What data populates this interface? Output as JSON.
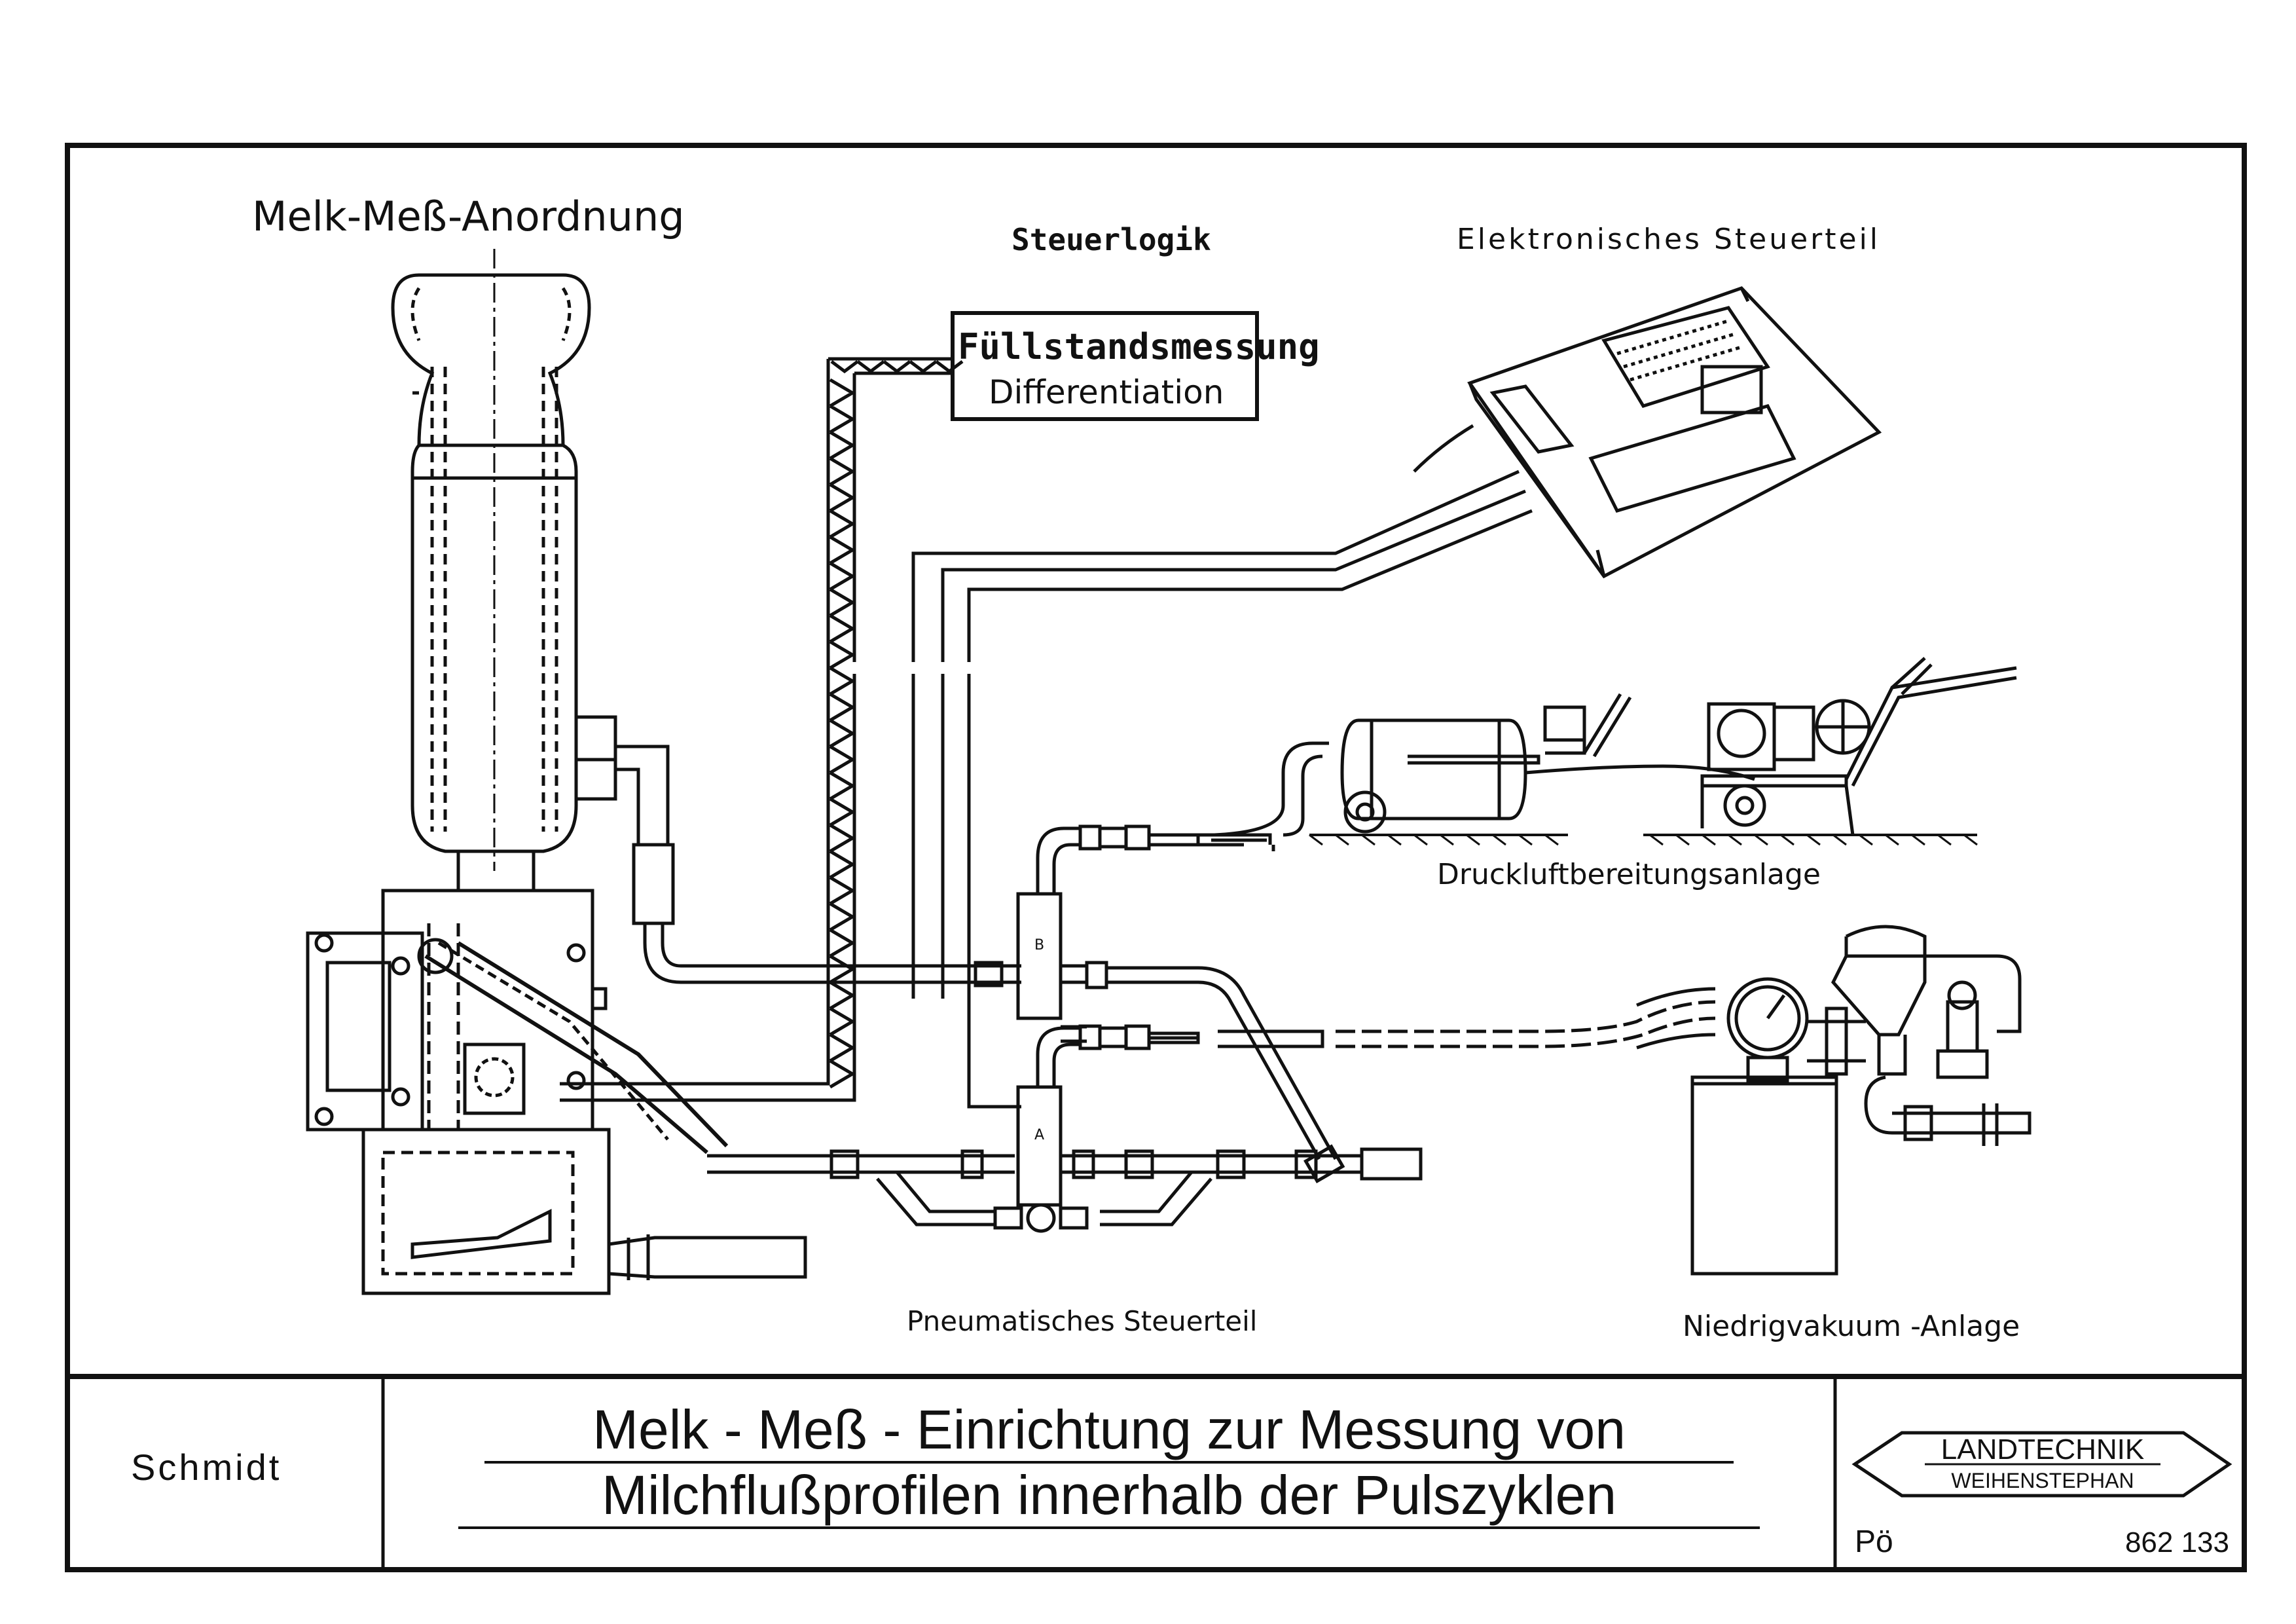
{
  "diagram": {
    "section_title": "Melk-Meß-Anordnung",
    "steuerlogik_label": "Steuerlogik",
    "elektronisches_label": "Elektronisches Steuerteil",
    "box_line1": "Füllstandsmessung",
    "box_line2": "Differentiation",
    "druckluft_label": "Druckluftbereitungsanlage",
    "pneumatisch_label": "Pneumatisches Steuerteil",
    "niedrigvakuum_label": "Niedrigvakuum -Anlage",
    "valve_b": "B",
    "valve_a": "A"
  },
  "title_block": {
    "author": "Schmidt",
    "title_line1": "Melk - Meß - Einrichtung zur Messung von",
    "title_line2": "Milchflußprofilen innerhalb der Pulszyklen",
    "logo_top": "LANDTECHNIK",
    "logo_bottom": "WEIHENSTEPHAN",
    "initials": "Pö",
    "drawing_number": "862 133"
  }
}
